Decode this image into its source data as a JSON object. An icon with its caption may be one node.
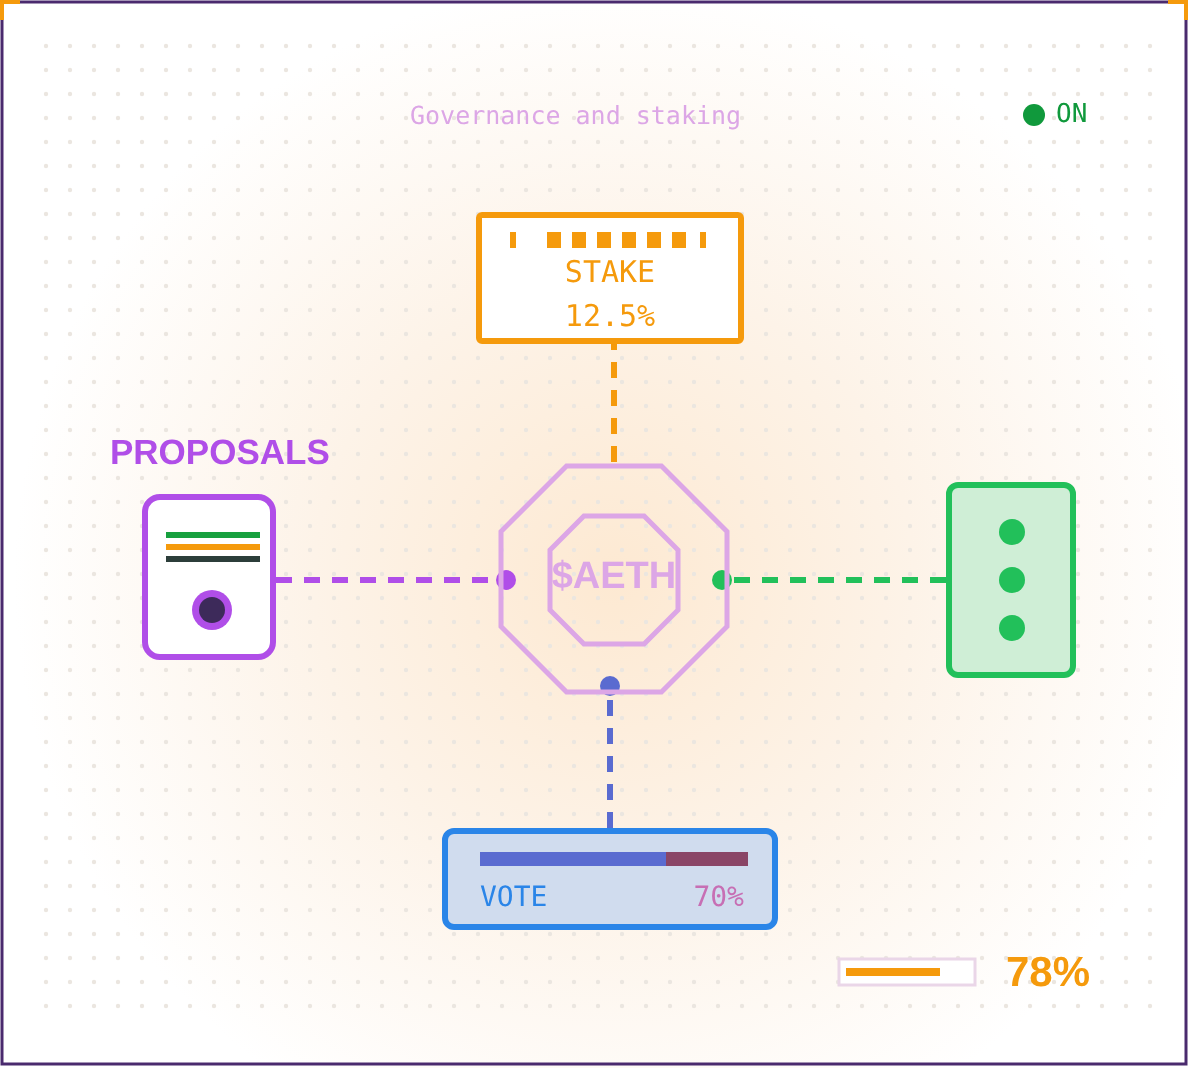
{
  "diagram": {
    "title": "Governance and staking",
    "nodes": [
      {
        "text": [
          "STAKE",
          "12.5%"
        ]
      },
      {
        "text": [
          "PROPOSALS"
        ]
      },
      {
        "text": [
          "$AETH"
        ]
      },
      {
        "text": [],
        "shape": "box"
      },
      {
        "text": [
          "VOTE",
          "70%"
        ]
      }
    ],
    "edges": [
      {
        "from": 2,
        "to": 0,
        "arrow": "other",
        "style": "dashed",
        "color": "#f59a0c"
      },
      {
        "from": 1,
        "to": 2,
        "arrow": "other",
        "style": "dashed",
        "color": "#b04ee8"
      },
      {
        "from": 3,
        "to": 2,
        "arrow": "other",
        "style": "dashed",
        "color": "#22c05a"
      },
      {
        "from": 4,
        "to": 2,
        "arrow": "other",
        "style": "dashed",
        "color": "#5a6bd0"
      }
    ],
    "labels": [
      "ON",
      "78%"
    ]
  }
}
